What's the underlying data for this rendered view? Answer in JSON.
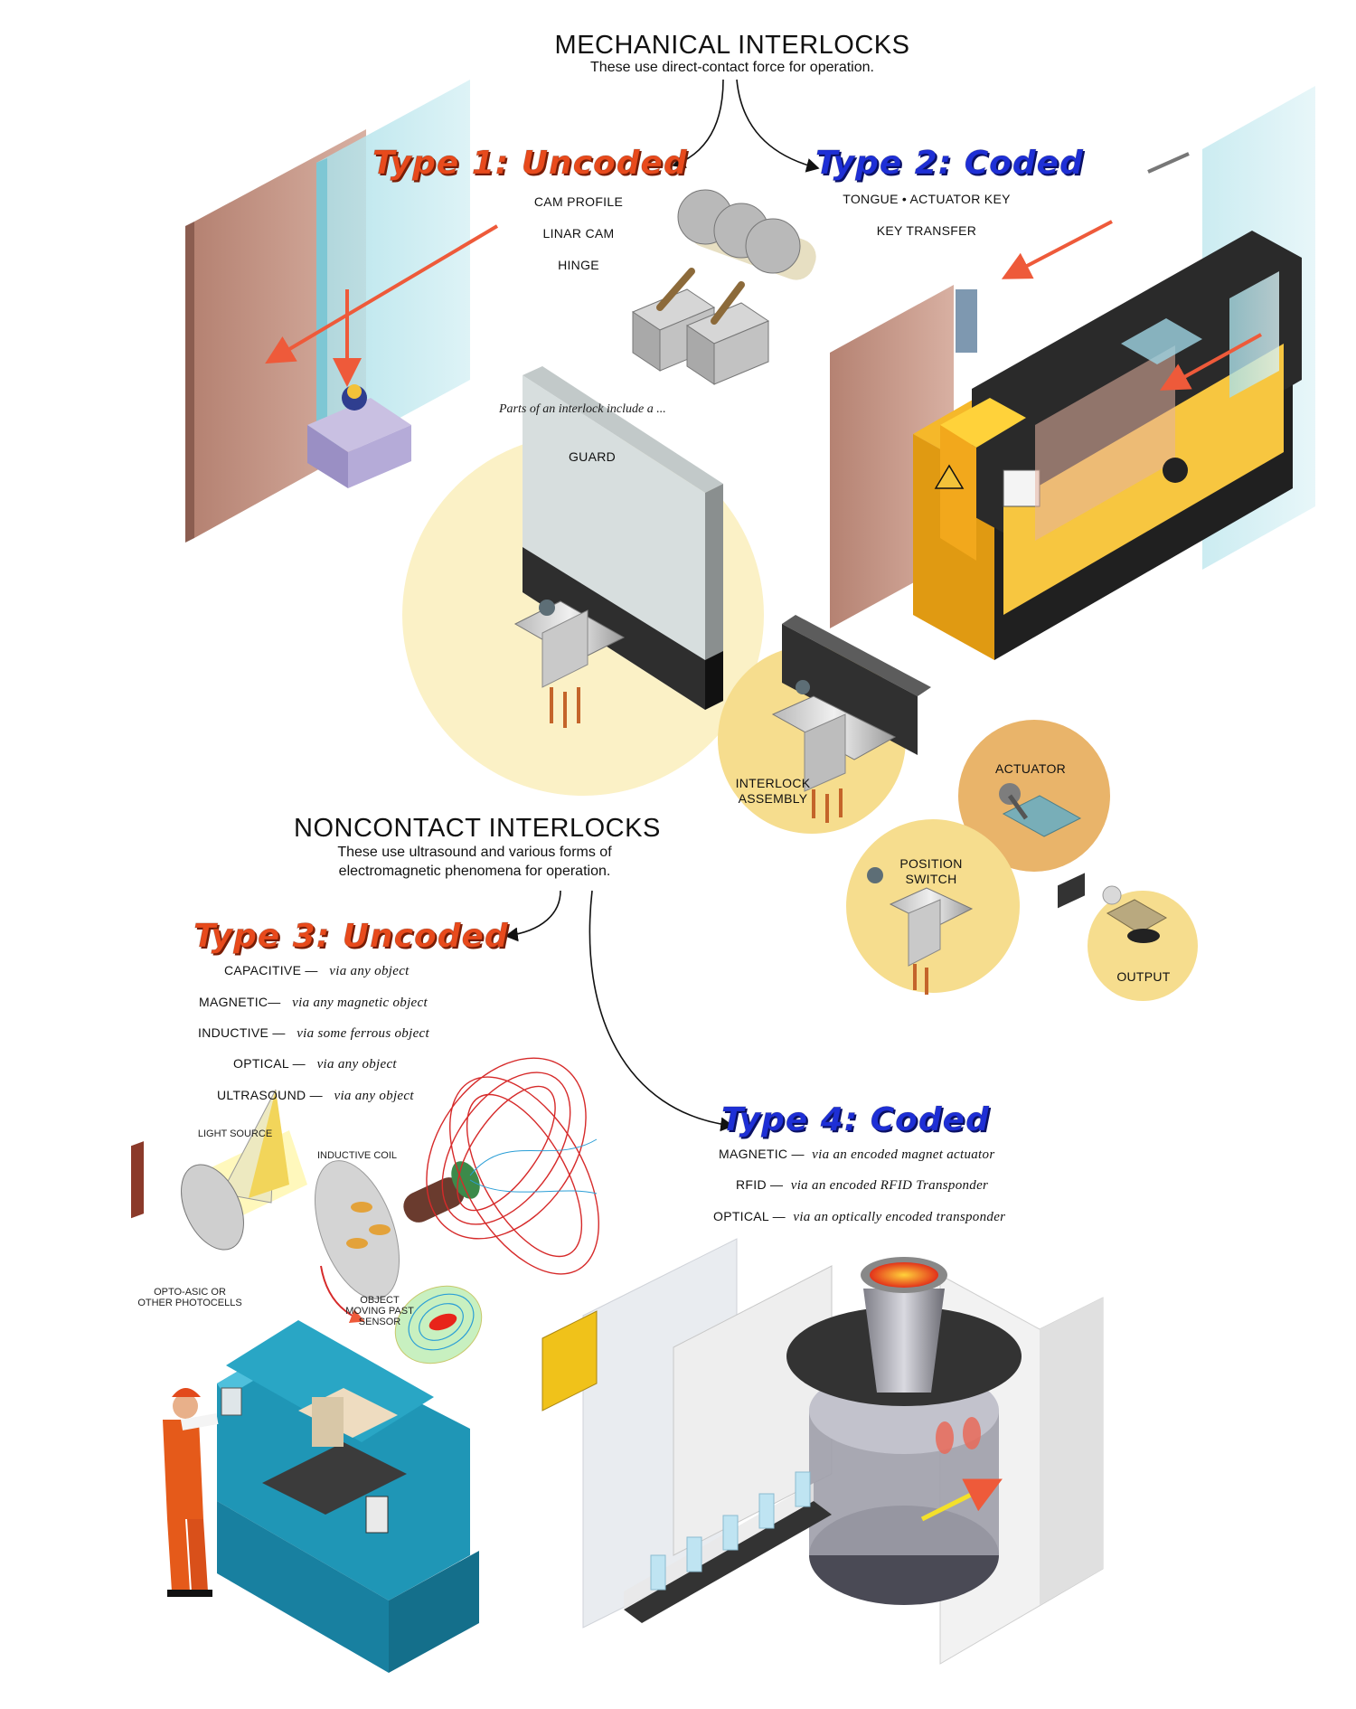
{
  "mechanical": {
    "heading": "MECHANICAL INTERLOCKS",
    "subheading": "These use direct-contact force for operation.",
    "type1": {
      "title": "Type 1: Uncoded",
      "items": [
        "CAM PROFILE",
        "LINAR CAM",
        "HINGE"
      ]
    },
    "type2": {
      "title": "Type 2: Coded",
      "items": [
        "TONGUE • ACTUATOR KEY",
        "KEY TRANSFER"
      ]
    }
  },
  "parts": {
    "intro": "Parts of an interlock include a ...",
    "guard": "GUARD",
    "interlock_assembly": "INTERLOCK ASSEMBLY",
    "actuator": "ACTUATOR",
    "position_switch": "POSITION SWITCH",
    "output": "OUTPUT"
  },
  "noncontact": {
    "heading": "NONCONTACT INTERLOCKS",
    "subheading_line1": "These use ultrasound and various forms of",
    "subheading_line2": "electromagnetic phenomena for operation.",
    "type3": {
      "title": "Type 3: Uncoded",
      "items": [
        {
          "name": "CAPACITIVE —",
          "desc": "via any object"
        },
        {
          "name": "MAGNETIC—",
          "desc": "via any magnetic object"
        },
        {
          "name": "INDUCTIVE —",
          "desc": "via some ferrous object"
        },
        {
          "name": "OPTICAL —",
          "desc": "via any object"
        },
        {
          "name": "ULTRASOUND —",
          "desc": "via any object"
        }
      ]
    },
    "type4": {
      "title": "Type 4: Coded",
      "items": [
        {
          "name": "MAGNETIC —",
          "desc": "via an encoded magnet actuator"
        },
        {
          "name": "RFID —",
          "desc": "via an encoded RFID Transponder"
        },
        {
          "name": "OPTICAL —",
          "desc": "via an optically encoded transponder"
        }
      ]
    }
  },
  "sensor_labels": {
    "light_source": "LIGHT SOURCE",
    "inductive_coil": "INDUCTIVE COIL",
    "photocells": "OPTO-ASIC OR OTHER PHOTOCELLS",
    "object_moving": "OBJECT MOVING PAST SENSOR"
  },
  "colors": {
    "uncoded_red": "#e84a1c",
    "coded_blue": "#1e2fd6",
    "circle_light": "#fbf1c6",
    "circle_mid": "#f6dd8e",
    "circle_orange": "#e9b46a",
    "machine_yellow": "#f5b82a",
    "mill_blue": "#1f96b6"
  }
}
